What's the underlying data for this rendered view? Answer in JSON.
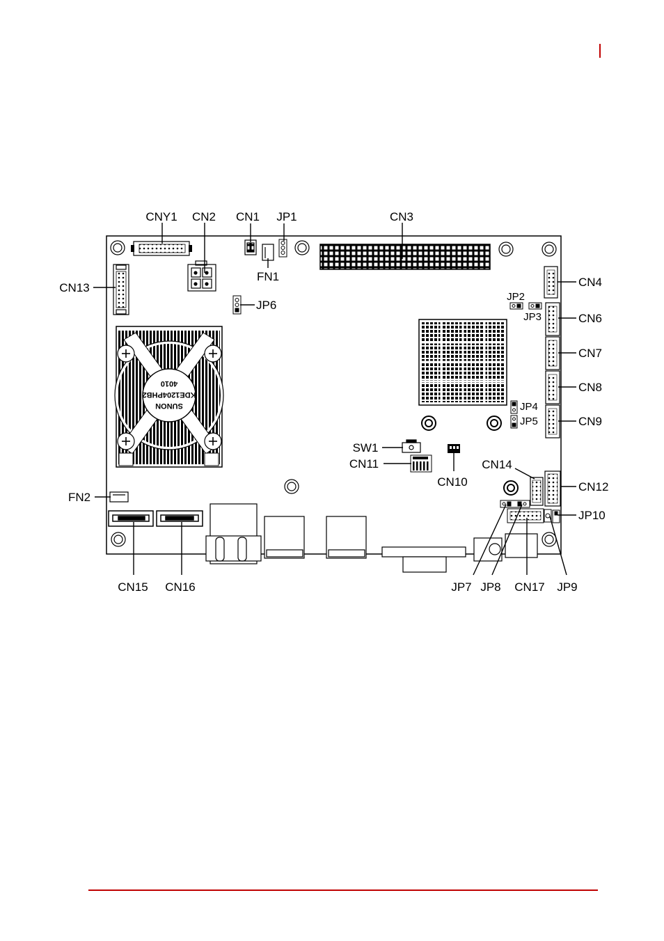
{
  "page": {
    "accent_color": "#c00000"
  },
  "diagram": {
    "fan_label": {
      "line1": "SUNON",
      "line2": "KDE1204PHB2",
      "line3": "4010"
    },
    "labels": {
      "CNY1": "CNY1",
      "CN2": "CN2",
      "CN1": "CN1",
      "JP1": "JP1",
      "CN3": "CN3",
      "FN1": "FN1",
      "CN13": "CN13",
      "JP6": "JP6",
      "CN4": "CN4",
      "JP2": "JP2",
      "JP3": "JP3",
      "CN6": "CN6",
      "CN7": "CN7",
      "CN8": "CN8",
      "JP4": "JP4",
      "JP5": "JP5",
      "CN9": "CN9",
      "SW1": "SW1",
      "CN11": "CN11",
      "CN10": "CN10",
      "CN14": "CN14",
      "CN12": "CN12",
      "FN2": "FN2",
      "JP10": "JP10",
      "CN15": "CN15",
      "CN16": "CN16",
      "JP7": "JP7",
      "JP8": "JP8",
      "CN17": "CN17",
      "JP9": "JP9"
    }
  }
}
